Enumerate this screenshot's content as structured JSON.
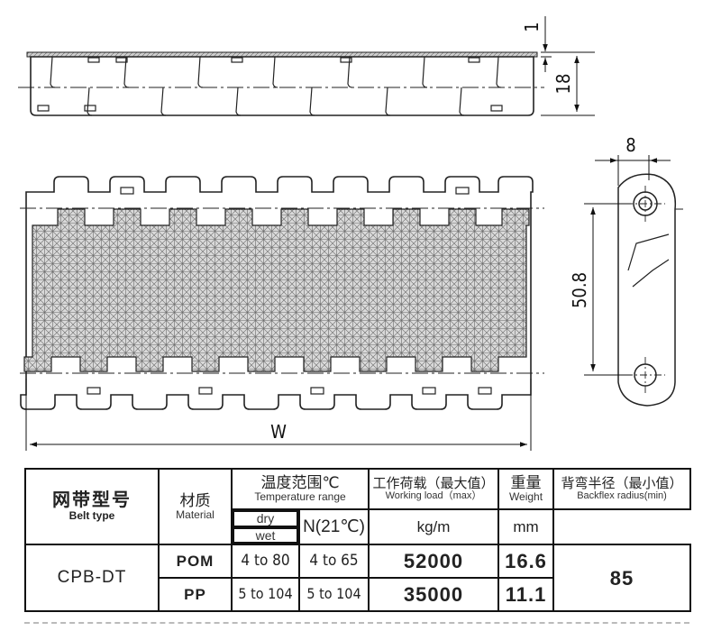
{
  "drawing": {
    "dims": {
      "top_gap": "1",
      "thickness": "18",
      "pitch": "8",
      "length": "50.8",
      "width": "W"
    }
  },
  "table": {
    "col_type_cn": "网带型号",
    "col_type_en": "Belt type",
    "col_material_cn": "材质",
    "col_material_en": "Material",
    "col_temp_cn": "温度范围℃",
    "col_temp_en": "Temperature range",
    "col_load_cn": "工作荷载（最大值）",
    "col_load_en": "Working load（max）",
    "col_weight_cn": "重量",
    "col_weight_en": "Weight",
    "col_radius_cn": "背弯半径（最小值）",
    "col_radius_en": "Backflex radius(min)",
    "sub_dry": "dry",
    "sub_wet": "wet",
    "unit_load": "N(21℃)",
    "unit_weight": "kg/m",
    "unit_radius": "mm",
    "model": "CPB-DT",
    "rows": [
      {
        "material": "POM",
        "dry": "4 to 80",
        "wet": "4 to 65",
        "load": "52000",
        "weight": "16.6"
      },
      {
        "material": "PP",
        "dry": "5 to 104",
        "wet": "5 to 104",
        "load": "35000",
        "weight": "11.1"
      }
    ],
    "radius": "85"
  }
}
